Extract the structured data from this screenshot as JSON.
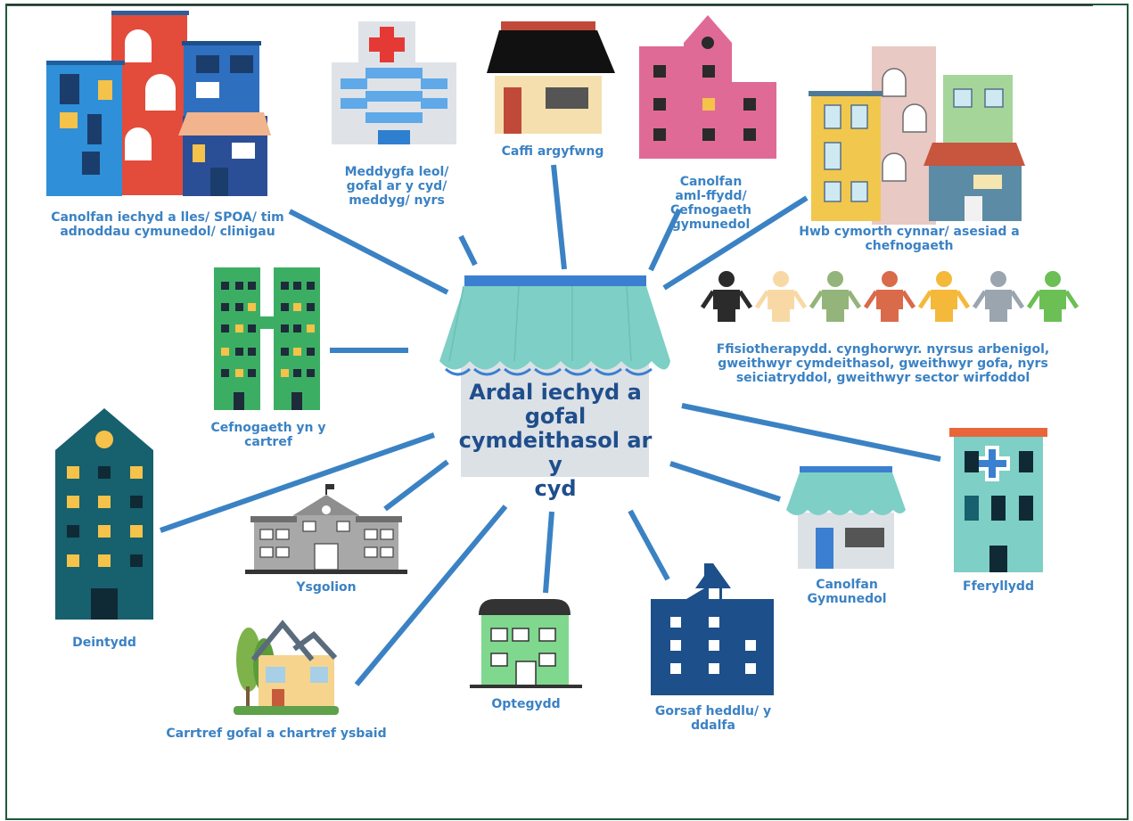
{
  "colors": {
    "frame": "#1d5a3a",
    "connector": "#3b82c4",
    "label_text": "#3b82c4",
    "center_text": "#1f4e8c",
    "awning": "#7ecfc5"
  },
  "center": {
    "label": "Ardal iechyd a\ngofal\ncymdeithasol ar y\ncyd"
  },
  "nodes": [
    {
      "id": "health-wellbeing-centre",
      "icon": "apartment-buildings-icon",
      "label": "Canolfan iechyd a lles/ SPOA/ tim\nadnoddau cymunedol/ clinigau"
    },
    {
      "id": "gp-surgery",
      "icon": "hospital-icon",
      "label": "Meddygfa leol/\ngofal ar y cyd/\nmeddyg/ nyrs"
    },
    {
      "id": "crisis-cafe",
      "icon": "cafe-shop-icon",
      "label": "Caffi argyfwng"
    },
    {
      "id": "multipurpose-centre",
      "icon": "pink-building-icon",
      "label": "Canolfan\naml-ffydd/\nCefnogaeth\ngymunedol"
    },
    {
      "id": "early-help-hub",
      "icon": "town-houses-icon",
      "label": "Hwb cymorth cynnar/ asesiad a\nchefnogaeth"
    },
    {
      "id": "professionals",
      "icon": "people-icon",
      "label": "Ffisiotherapydd. cynghorwyr. nyrsus arbenigol,\ngweithwyr cymdeithasol, gweithwyr gofa, nyrs\nseiciatryddol, gweithwyr sector wirfoddol"
    },
    {
      "id": "home-support",
      "icon": "tower-blocks-icon",
      "label": "Cefnogaeth yn y\ncartref"
    },
    {
      "id": "dentist",
      "icon": "tall-teal-building-icon",
      "label": "Deintydd"
    },
    {
      "id": "schools",
      "icon": "school-icon",
      "label": "Ysgolion"
    },
    {
      "id": "care-home",
      "icon": "house-with-trees-icon",
      "label": "Carrtref gofal a chartref ysbaid"
    },
    {
      "id": "optician",
      "icon": "green-shop-icon",
      "label": "Optegydd"
    },
    {
      "id": "police-station",
      "icon": "police-station-icon",
      "label": "Gorsaf heddlu/ y\nddalfa"
    },
    {
      "id": "community-centre",
      "icon": "small-shop-icon",
      "label": "Canolfan\nGymunedol"
    },
    {
      "id": "pharmacy",
      "icon": "pharmacy-icon",
      "label": "Fferyllydd"
    }
  ]
}
